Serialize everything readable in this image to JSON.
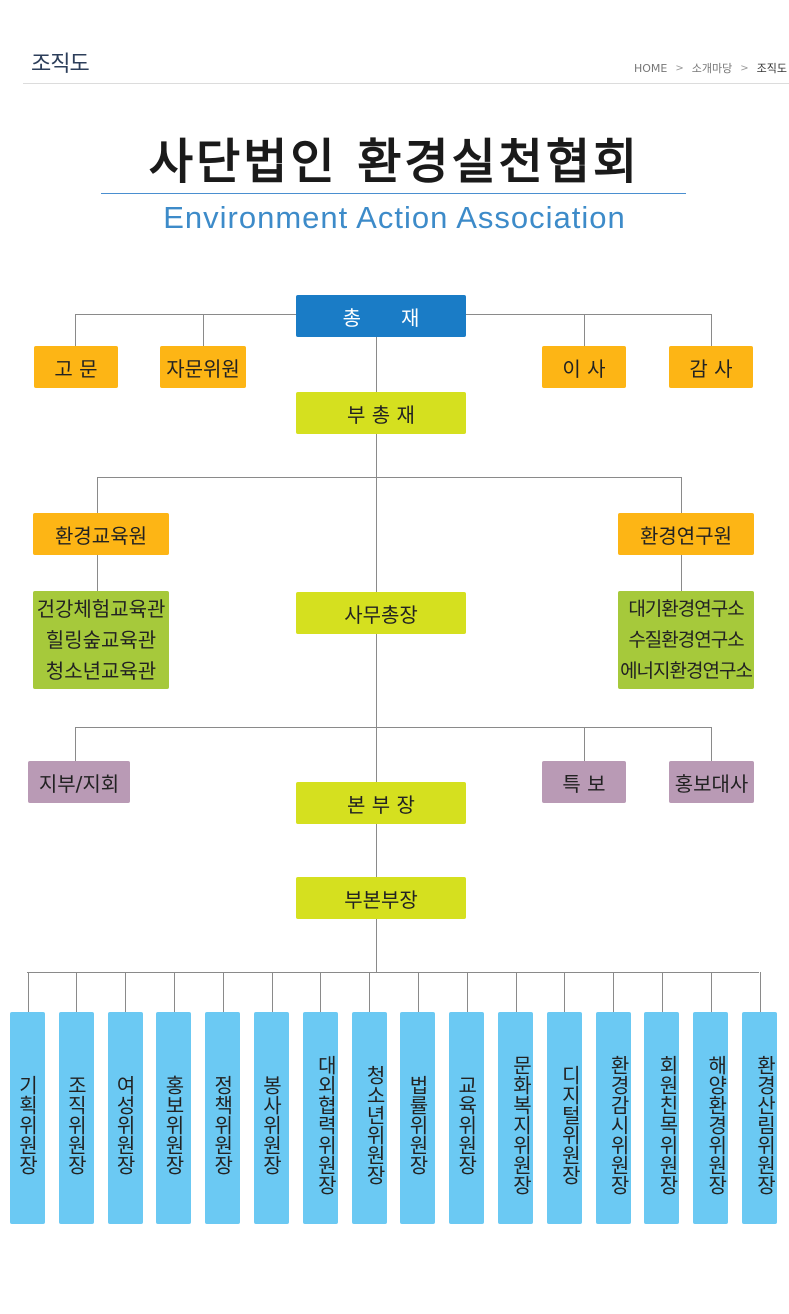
{
  "header": {
    "title": "조직도",
    "breadcrumb": [
      "HOME",
      "소개마당",
      "조직도"
    ]
  },
  "organization": {
    "name_ko": "사단법인 환경실천협회",
    "name_en": "Environment Action Association"
  },
  "nodes": {
    "president": "총　　재",
    "advisor": "고 문",
    "advisory_committee": "자문위원",
    "director": "이 사",
    "auditor": "감 사",
    "vice_president": "부 총 재",
    "education_institute": "환경교육원",
    "research_institute": "환경연구원",
    "education_centers": [
      "건강체험교육관",
      "힐링숲교육관",
      "청소년교육관"
    ],
    "secretary_general": "사무총장",
    "research_labs": [
      "대기환경연구소",
      "수질환경연구소",
      "에너지환경연구소"
    ],
    "branches": "지부/지회",
    "special_aide": "특 보",
    "ambassador": "홍보대사",
    "hq_director": "본 부 장",
    "deputy_hq_director": "부본부장",
    "committees": [
      "기획위원장",
      "조직위원장",
      "여성위원장",
      "홍보위원장",
      "정책위원장",
      "봉사위원장",
      "대외협력위원장",
      "청소년위원장",
      "법률위원장",
      "교육위원장",
      "문화복지위원장",
      "디지털위원장",
      "환경감시위원장",
      "회원친목위원장",
      "해양환경위원장",
      "환경산림위원장"
    ]
  },
  "colors": {
    "president": "#1a7cc6",
    "advisory": "#fdb515",
    "executive": "#d5e01f",
    "sub_units": "#a6c93b",
    "special": "#b99ab5",
    "committees": "#6bc9f3",
    "title_accent": "#3d8bc9"
  }
}
